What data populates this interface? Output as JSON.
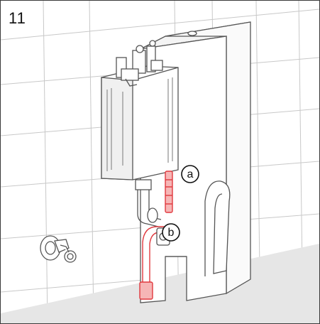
{
  "step": {
    "number": "11"
  },
  "callouts": [
    {
      "id": "a",
      "label": "a"
    },
    {
      "id": "b",
      "label": "b"
    }
  ],
  "colors": {
    "line": "#555555",
    "wall_grid": "#c8c8c8",
    "floor": "#e6e6e6",
    "highlight": "#e0393e",
    "highlight_fill": "#f6b6b6"
  }
}
